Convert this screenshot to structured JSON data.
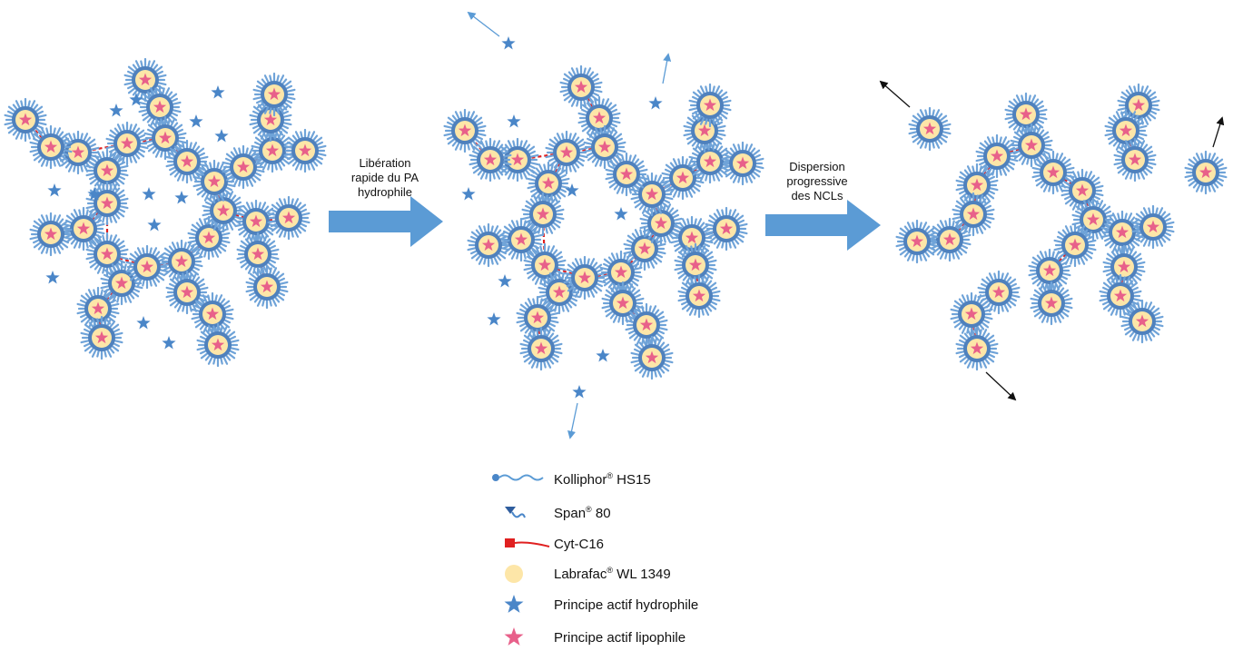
{
  "steps": [
    {
      "lines": [
        "Libération",
        "rapide du PA",
        "hydrophile"
      ]
    },
    {
      "lines": [
        "Dispersion",
        "progressive",
        "des NCLs"
      ]
    }
  ],
  "legend": [
    {
      "icon": "kolliphor-surfactant-icon",
      "label": "Kolliphor",
      "sup": "®",
      "suffix": " HS15"
    },
    {
      "icon": "span-surfactant-icon",
      "label": "Span",
      "sup": "®",
      "suffix": " 80"
    },
    {
      "icon": "cyt-c16-icon",
      "label": "Cyt-C16",
      "sup": "",
      "suffix": ""
    },
    {
      "icon": "labrafac-core-icon",
      "label": "Labrafac",
      "sup": "®",
      "suffix": " WL 1349"
    },
    {
      "icon": "hydrophilic-drug-star-icon",
      "label": "Principe actif hydrophile",
      "sup": "",
      "suffix": ""
    },
    {
      "icon": "lipophilic-drug-star-icon",
      "label": "Principe actif lipophile",
      "sup": "",
      "suffix": ""
    }
  ],
  "colors": {
    "shell": "#4f81bd",
    "fringe": "#6fa3d8",
    "core": "#fde6a8",
    "lipophilic_star": "#e8608a",
    "hydrophilic_star": "#4a86c8",
    "crosslink": "#e02020",
    "arrow": "#5b9bd5"
  }
}
